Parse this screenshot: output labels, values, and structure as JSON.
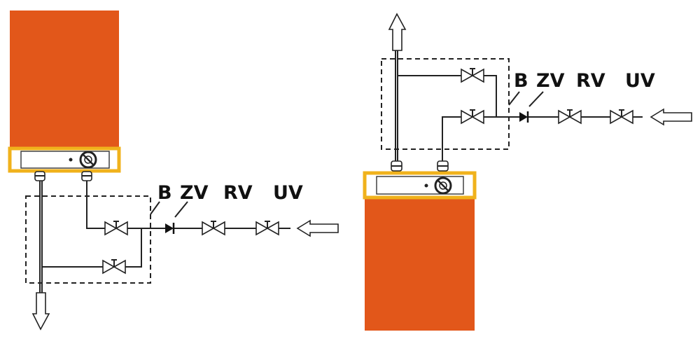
{
  "colors": {
    "heater_body": "#e2571a",
    "control_panel_border": "#f0b21c",
    "line": "#222222"
  },
  "labels": {
    "left": {
      "b": "B",
      "zv": "ZV",
      "rv": "RV",
      "uv": "UV"
    },
    "right": {
      "b": "B",
      "zv": "ZV",
      "rv": "RV",
      "uv": "UV"
    }
  },
  "icons": {
    "flow_arrow": "hollow-arrow-icon",
    "valve": "bowtie-valve-icon",
    "check_valve": "check-valve-icon",
    "knob": "temperature-knob-icon"
  }
}
